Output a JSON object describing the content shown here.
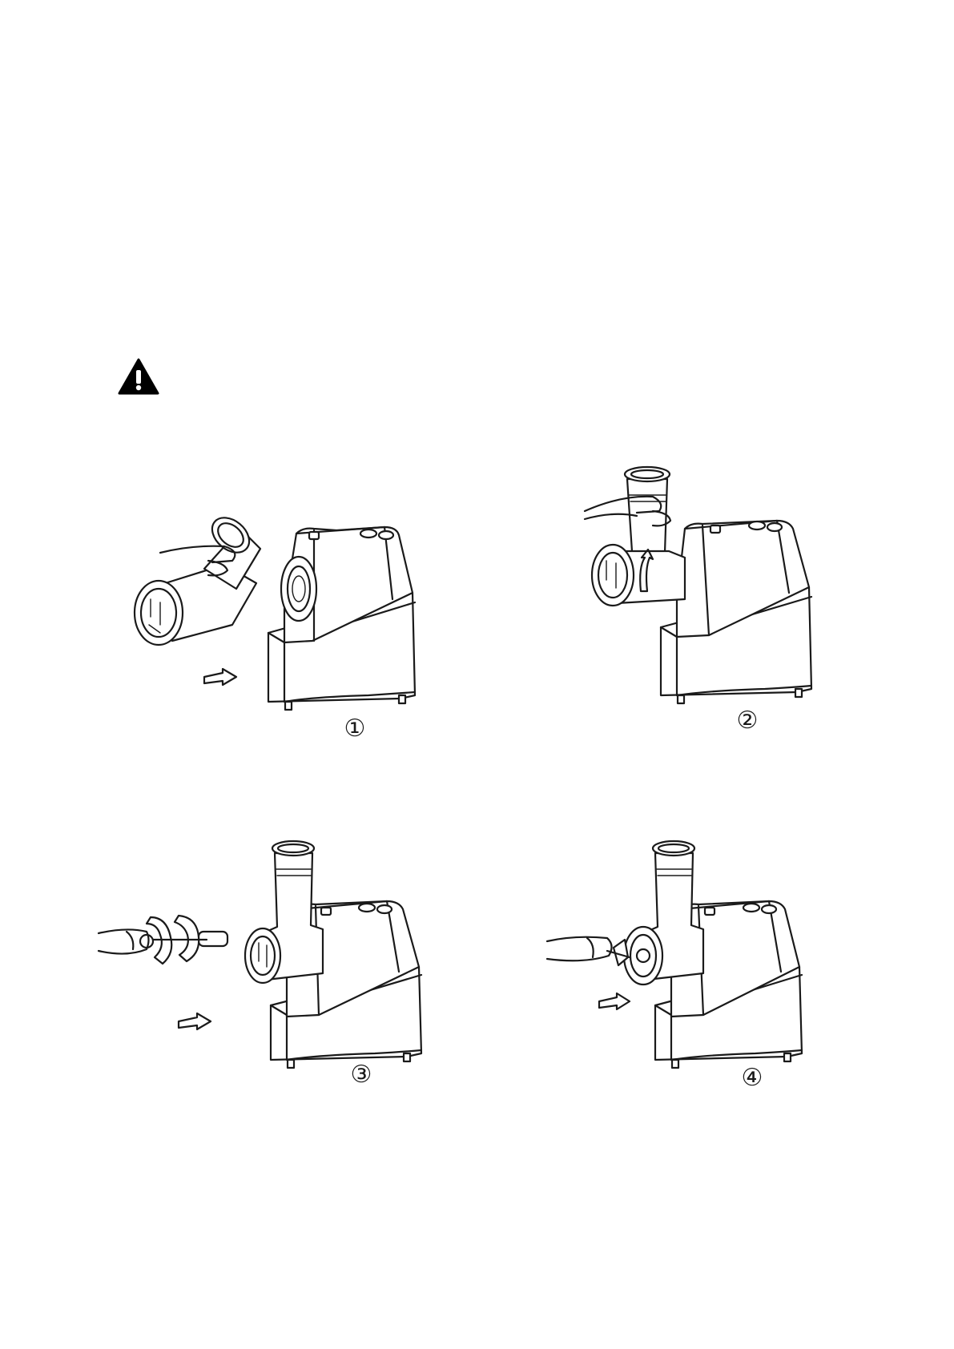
{
  "warning": {
    "icon": "warning-icon"
  },
  "steps": [
    {
      "label": "①"
    },
    {
      "label": "②"
    },
    {
      "label": "③"
    },
    {
      "label": "④"
    }
  ]
}
